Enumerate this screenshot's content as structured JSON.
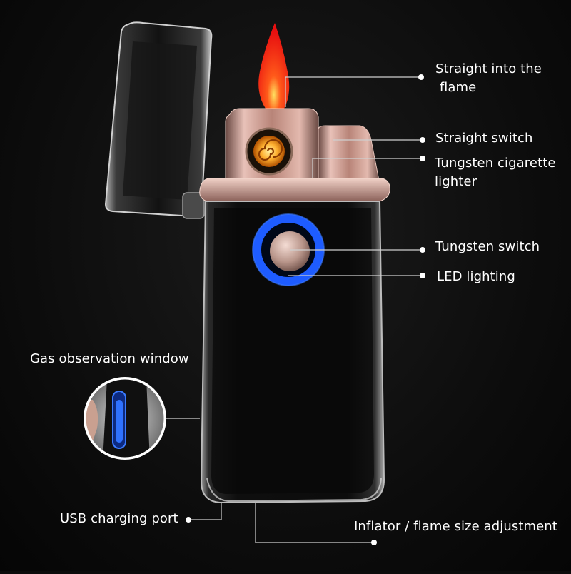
{
  "callouts": {
    "flame": "Straight into the\n flame",
    "straight_switch": "Straight switch",
    "tungsten_lighter": "Tungsten cigarette\nlighter",
    "tungsten_switch": "Tungsten switch",
    "led_lighting": "LED lighting",
    "gas_window": "Gas observation window",
    "usb_port": "USB charging port",
    "inflator": "Inflator / flame size adjustment"
  },
  "colors": {
    "background": "#0b0b0b",
    "body": "#0a0a0a",
    "chrome": "#bdbdbd",
    "rose_gold": "#c9968a",
    "flame": "#ff2a1a",
    "led_blue": "#1e5cff",
    "coil_orange": "#ffb030",
    "label": "#ffffff"
  }
}
